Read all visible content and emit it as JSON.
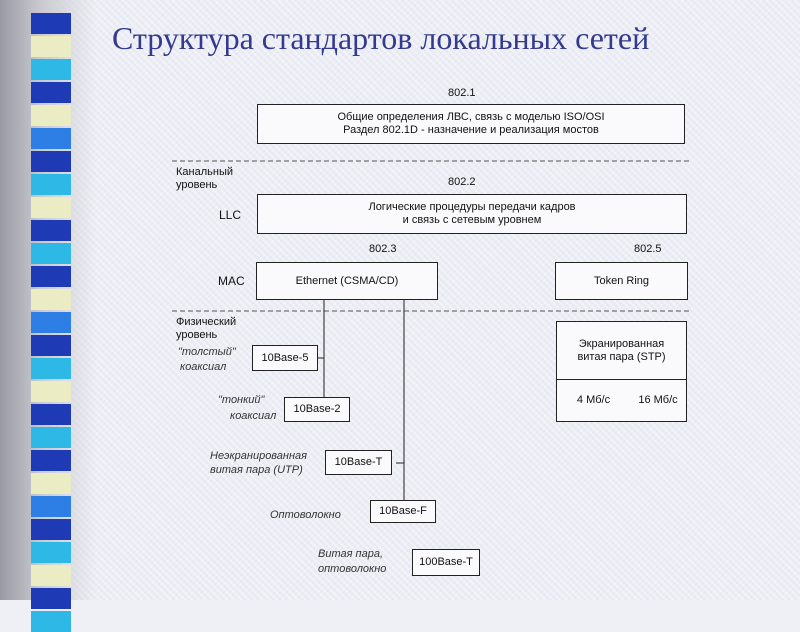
{
  "title": "Структура стандартов локальных сетей",
  "decor": {
    "square_colors": [
      "#1e3bb5",
      "#ececc4",
      "#2db8e6",
      "#1e3bb5",
      "#ececc4",
      "#2d7fe6",
      "#1e3bb5",
      "#2db8e6",
      "#ececc4",
      "#1e3bb5",
      "#2db8e6",
      "#1e3bb5",
      "#ececc4",
      "#2d7fe6",
      "#1e3bb5",
      "#2db8e6",
      "#ececc4",
      "#1e3bb5",
      "#2db8e6",
      "#1e3bb5",
      "#ececc4",
      "#2d7fe6",
      "#1e3bb5",
      "#2db8e6",
      "#ececc4",
      "#1e3bb5",
      "#2db8e6"
    ]
  },
  "diagram": {
    "std_8021": "802.1",
    "box_8021_line1": "Общие определения ЛВС, связь с моделью ISO/OSI",
    "box_8021_line2": "Раздел 802.1D - назначение и реализация мостов",
    "level_data_link_1": "Канальный",
    "level_data_link_2": "уровень",
    "std_8022": "802.2",
    "llc": "LLC",
    "box_llc_line1": "Логические процедуры передачи кадров",
    "box_llc_line2": "и связь с сетевым уровнем",
    "std_8023": "802.3",
    "std_8025": "802.5",
    "mac": "MAC",
    "ethernet": "Ethernet (CSMA/CD)",
    "token_ring": "Token Ring",
    "level_physical_1": "Физический",
    "level_physical_2": "уровень",
    "thick_coax_1": "\"толстый\"",
    "thick_coax_2": "коаксиал",
    "base5": "10Base-5",
    "thin_coax_1": "\"тонкий\"",
    "thin_coax_2": "коаксиал",
    "base2": "10Base-2",
    "utp_1": "Неэкранированная",
    "utp_2": "витая пара (UTP)",
    "baseT": "10Base-T",
    "fiber": "Оптоволокно",
    "baseF": "10Base-F",
    "tp_fiber_1": "Витая пара,",
    "tp_fiber_2": "оптоволокно",
    "base100T": "100Base-T",
    "stp_1": "Экранированная",
    "stp_2": "витая пара (STP)",
    "speed_4": "4 Мб/с",
    "speed_16": "16 Мб/с"
  }
}
